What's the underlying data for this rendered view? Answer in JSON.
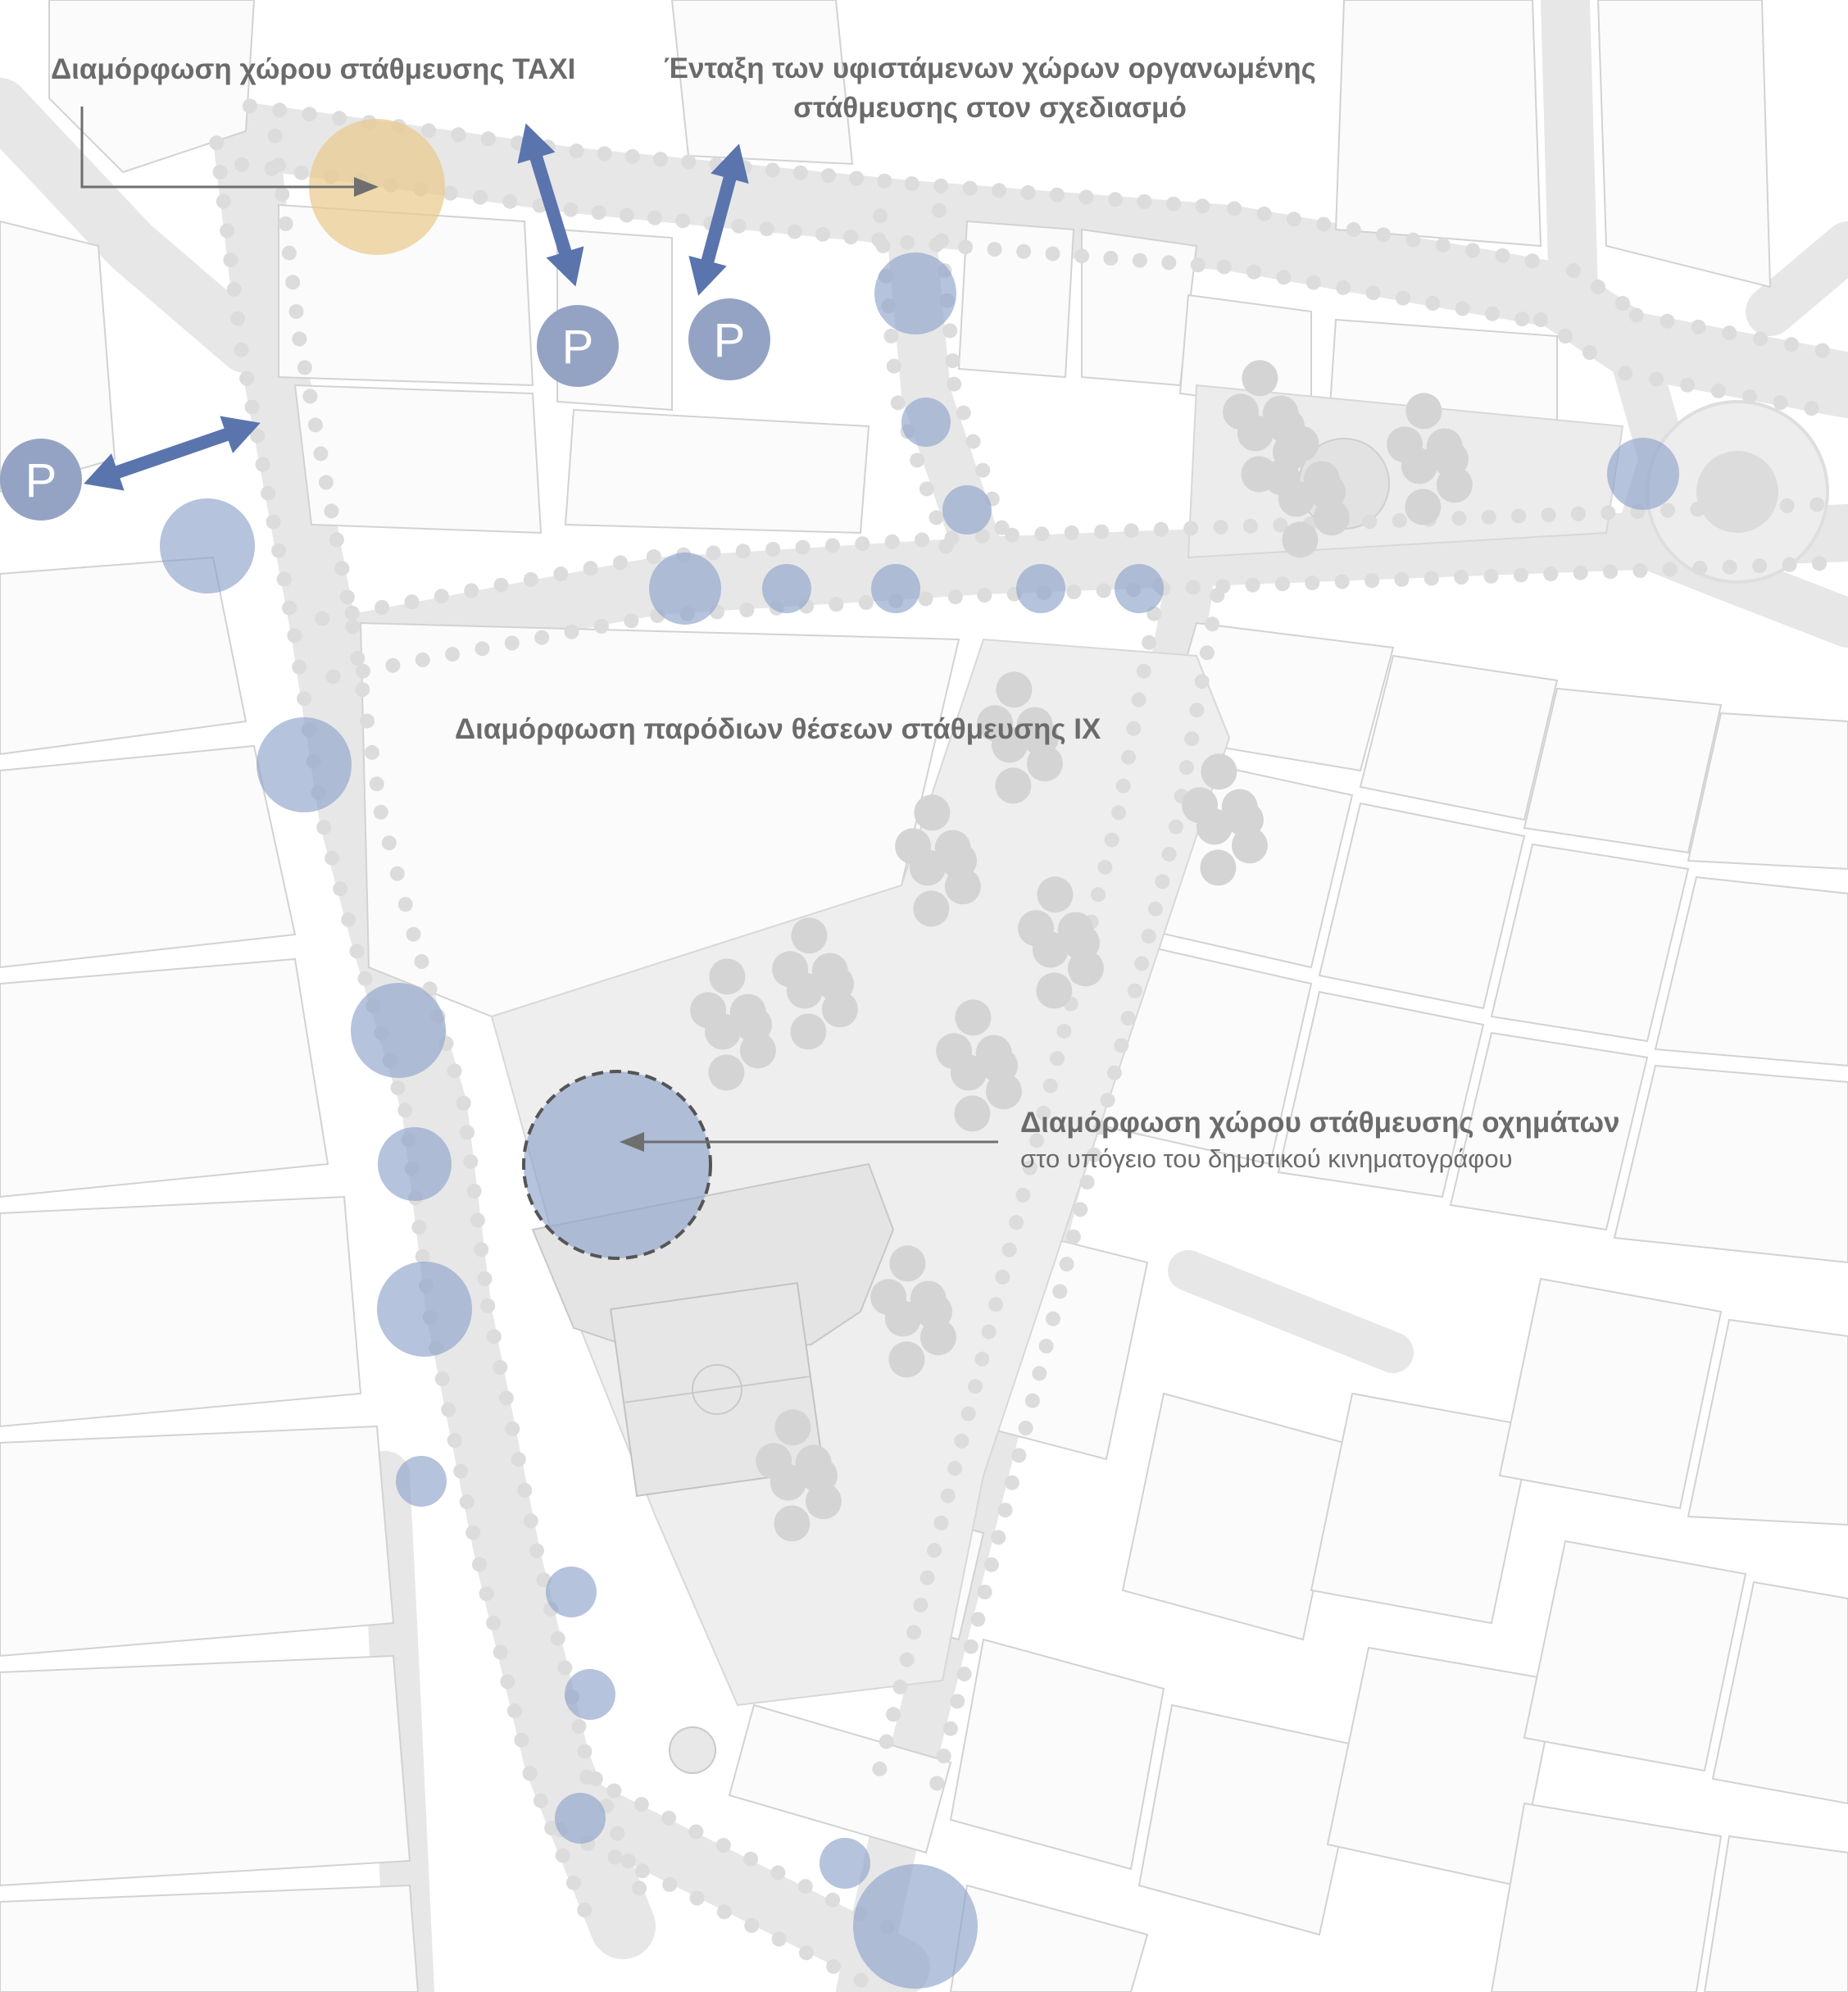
{
  "labels": {
    "taxi": "Διαμόρφωση χώρου στάθμευσης ΤΑΧΙ",
    "existing_line1": "Ένταξη των υφιστάμενων χώρων οργανωμένης",
    "existing_line2": "στάθμευσης στον σχεδιασμό",
    "roadside": "Διαμόρφωση παρόδιων θέσεων στάθμευσης ΙΧ",
    "underground_title": "Διαμόρφωση χώρου στάθμευσης οχημάτων",
    "underground_subtitle": "στο υπόγειο του δημοτικού κινηματογράφου"
  },
  "parking_symbol": "P",
  "legend_colors": {
    "roadside_parking": "#8ea3cb",
    "taxi_parking": "#e8c98a",
    "organized_parking_arrow": "#5a74ad",
    "parking_badge": "#94a3c4",
    "underground_parking_outline": "#555555",
    "annotation_arrow": "#6f6f6f"
  }
}
